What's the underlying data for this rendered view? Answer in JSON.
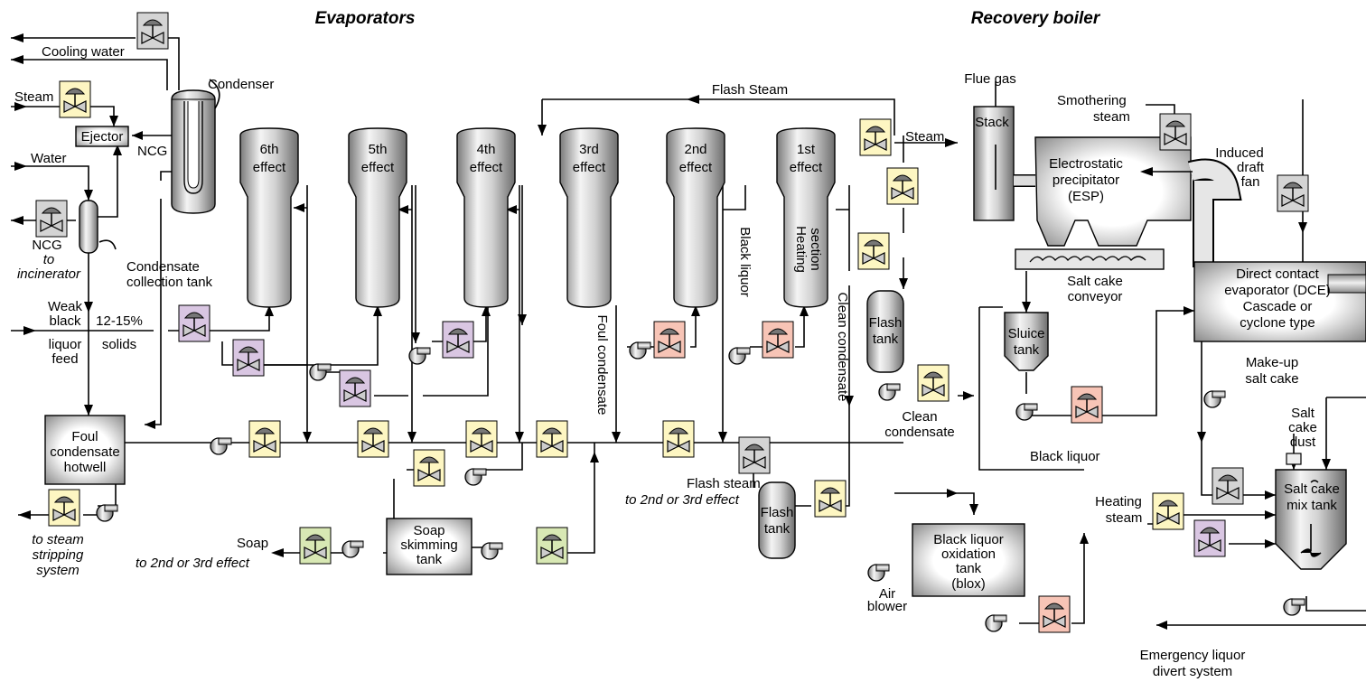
{
  "headers": {
    "evaporators": "Evaporators",
    "recovery_boiler": "Recovery  boiler"
  },
  "effects": [
    {
      "line1": "6th",
      "line2": "effect"
    },
    {
      "line1": "5th",
      "line2": "effect"
    },
    {
      "line1": "4th",
      "line2": "effect"
    },
    {
      "line1": "3rd",
      "line2": "effect"
    },
    {
      "line1": "2nd",
      "line2": "effect"
    },
    {
      "line1": "1st",
      "line2": "effect"
    }
  ],
  "labels": {
    "cooling_water": "Cooling water",
    "condenser": "Condenser",
    "steam_left": "Steam",
    "ejector": "Ejector",
    "ncg_condenser": "NCG",
    "water": "Water",
    "ncg_out": "NCG",
    "ncg_to": "to",
    "ncg_incinerator": "incinerator",
    "condensate_tank_1": "Condensate",
    "condensate_tank_2": "collection tank",
    "weak": "Weak",
    "black": "black",
    "liquor": "liquor",
    "feed": "feed",
    "pct_solids": "12-15%",
    "solids": "solids",
    "foul_hotwell_1": "Foul",
    "foul_hotwell_2": "condensate",
    "foul_hotwell_3": "hotwell",
    "to_steam_1": "to steam",
    "to_steam_2": "stripping",
    "to_steam_3": "system",
    "soap": "Soap",
    "soap_dest": "to 2nd or 3rd effect",
    "soap_tank_1": "Soap",
    "soap_tank_2": "skimming",
    "soap_tank_3": "tank",
    "flash_steam_top": "Flash Steam",
    "foul_condensate": "Foul condensate",
    "black_liquor_vert": "Black liquor",
    "heating_1": "Heating",
    "heating_2": "section",
    "clean_condensate_vert": "Clean condensate",
    "steam_right": "Steam",
    "flash_tank_1": "Flash",
    "flash_tank_2": "tank",
    "clean_cond_1": "Clean",
    "clean_cond_2": "condensate",
    "flash_steam_low": "Flash steam",
    "flash_steam_dest": "to 2nd or 3rd effect",
    "flash_tank2_1": "Flash",
    "flash_tank2_2": "tank",
    "flue_gas": "Flue gas",
    "stack": "Stack",
    "smothering_1": "Smothering",
    "smothering_2": "steam",
    "esp_1": "Electrostatic",
    "esp_2": "precipitator",
    "esp_3": "(ESP)",
    "induced_1": "Induced",
    "induced_2": "draft",
    "induced_3": "fan",
    "salt_conv_1": "Salt cake",
    "salt_conv_2": "conveyor",
    "dce_1": "Direct contact",
    "dce_2": "evaporator (DCE)",
    "dce_3": "Cascade or",
    "dce_4": "cyclone type",
    "sluice_1": "Sluice",
    "sluice_2": "tank",
    "black_liquor_h": "Black liquor",
    "makeup_1": "Make-up",
    "makeup_2": "salt cake",
    "saltdust_1": "Salt",
    "saltdust_2": "cake",
    "saltdust_3": "dust",
    "heating_steam_1": "Heating",
    "heating_steam_2": "steam",
    "mix_1": "Salt cake",
    "mix_2": "mix tank",
    "blox_1": "Black liquor",
    "blox_2": "oxidation",
    "blox_3": "tank",
    "blox_4": "(blox)",
    "air_1": "Air",
    "air_2": "blower",
    "emerg_1": "Emergency liquor",
    "emerg_2": "divert system"
  },
  "colors": {
    "valve_yellow": "#fdf6c2",
    "valve_purple": "#d9c6e2",
    "valve_red": "#f7c4b6",
    "valve_green": "#d8e8b4",
    "valve_gray": "#d4d4d4"
  }
}
